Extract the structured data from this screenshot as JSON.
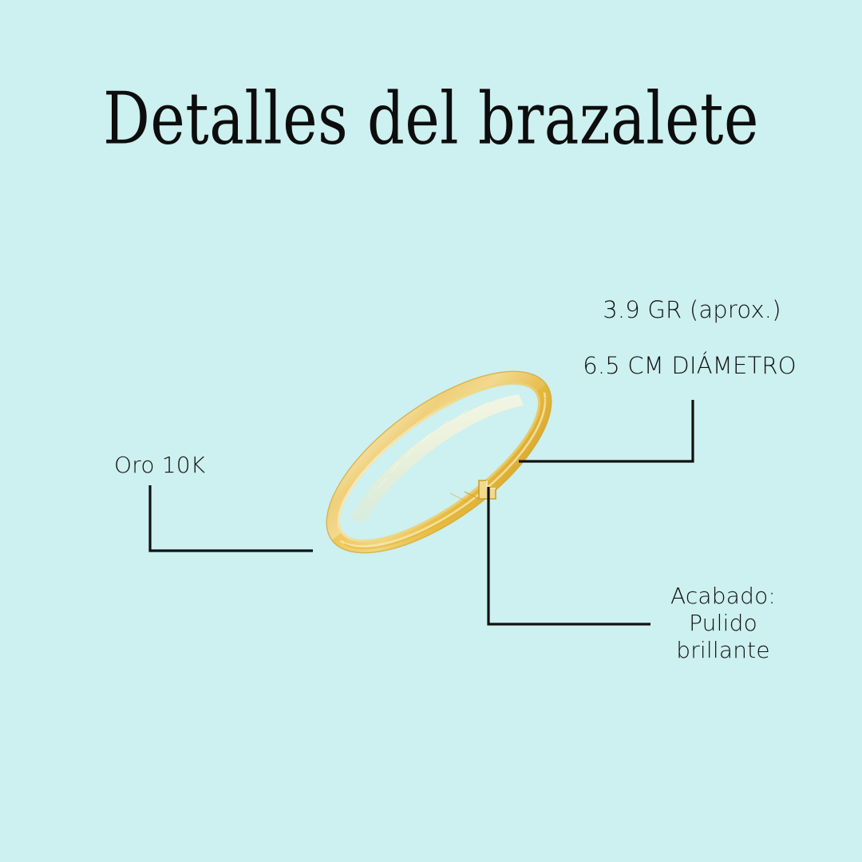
{
  "page": {
    "title": "Detalles del brazalete",
    "background_color": "#CDF0F0",
    "text_color": "#111111",
    "leader_line_color": "#111111"
  },
  "product": {
    "name": "brazalete",
    "image_alt": "Brazalete de oro, vista en angulo",
    "gold_colors": {
      "light": "#F4DFA0",
      "mid": "#EFC95C",
      "deep": "#E2B63A",
      "shadow": "#C99A28",
      "highlight": "#FBF1CE"
    }
  },
  "callouts": [
    {
      "id": "weight",
      "label": "3.9 GR (aprox.)",
      "icon": "weight-icon",
      "align": "center"
    },
    {
      "id": "diameter",
      "label": "6.5 CM DIÁMETRO",
      "icon": "diameter-icon",
      "align": "center"
    },
    {
      "id": "material",
      "label": "Oro 10K",
      "icon": "gold-icon",
      "align": "left"
    },
    {
      "id": "finish",
      "lines": [
        "Acabado:",
        "Pulido",
        "brillante"
      ],
      "label": "Acabado: Pulido brillante",
      "icon": "polish-icon",
      "align": "center"
    }
  ]
}
